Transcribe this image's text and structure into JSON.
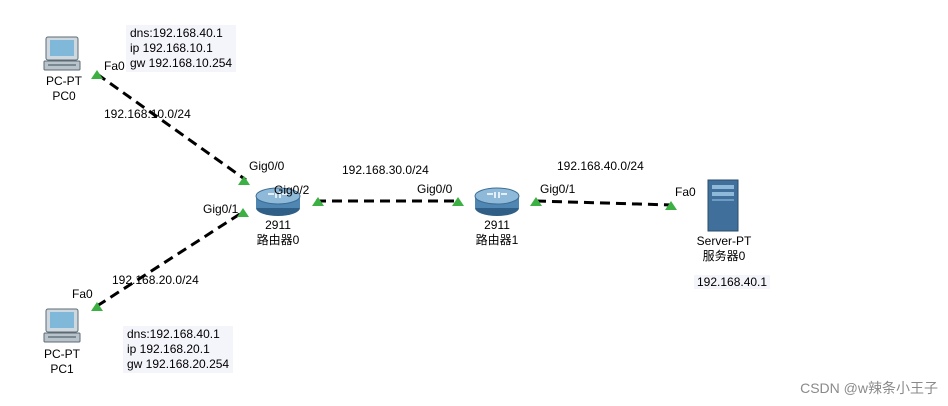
{
  "devices": {
    "pc0": {
      "model": "PC-PT",
      "name": "PC0",
      "port": "Fa0"
    },
    "pc1": {
      "model": "PC-PT",
      "name": "PC1",
      "port": "Fa0"
    },
    "router0": {
      "model": "2911",
      "name": "路由器0",
      "ports": [
        "Gig0/0",
        "Gig0/1",
        "Gig0/2"
      ]
    },
    "router1": {
      "model": "2911",
      "name": "路由器1",
      "ports": [
        "Gig0/0",
        "Gig0/1"
      ]
    },
    "server0": {
      "model": "Server-PT",
      "name": "服务器0",
      "port": "Fa0",
      "ip": "192.168.40.1"
    }
  },
  "networks": {
    "pc0_r0": "192.168.10.0/24",
    "pc1_r0": "192.168.20.0/24",
    "r0_r1": "192.168.30.0/24",
    "r1_srv": "192.168.40.0/24"
  },
  "notes": {
    "pc0": "dns:192.168.40.1\nip 192.168.10.1\ngw 192.168.10.254",
    "pc1": "dns:192.168.40.1\nip 192.168.20.1\ngw 192.168.20.254"
  },
  "watermark": "CSDN @w辣条小王子",
  "colors": {
    "link": "#000000",
    "port_up": "#3cb043",
    "pc_screen": "#7fb8d8",
    "router": "#5a8fb8",
    "server": "#3f6f9a"
  }
}
